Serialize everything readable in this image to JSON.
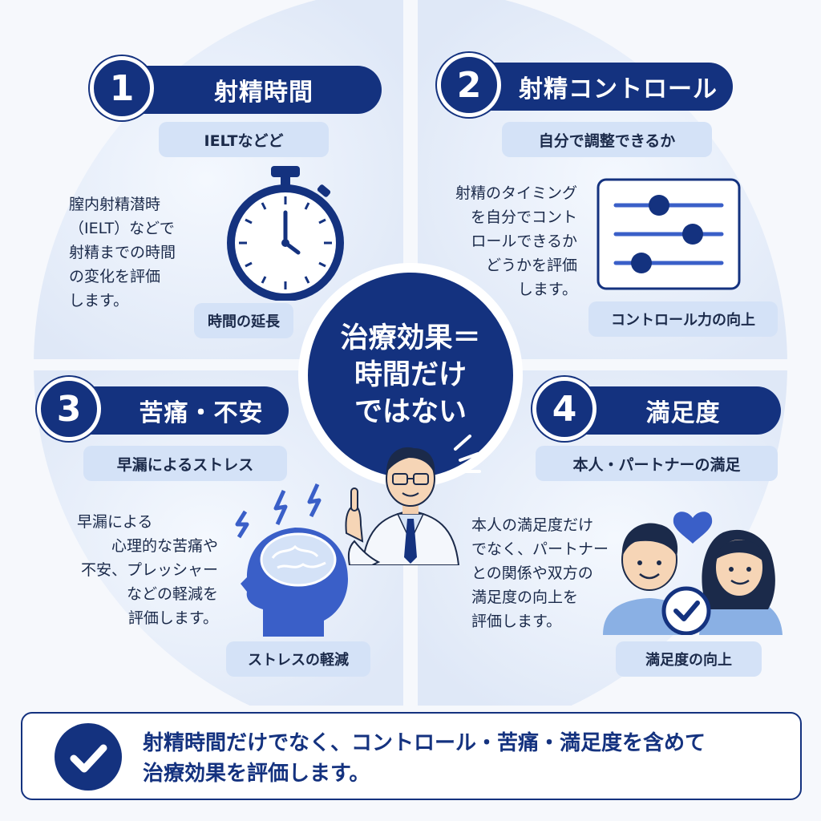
{
  "center": {
    "line1": "治療効果＝",
    "line2": "時間だけ",
    "line3": "ではない"
  },
  "quadrants": [
    {
      "number": "1",
      "title": "射精時間",
      "subtitle": "IELTなどど",
      "description": [
        "膣内射精潜時",
        "（IELT）などで",
        "射精までの時間",
        "の変化を評価",
        "します。"
      ],
      "tag": "時間の延長",
      "icon": "stopwatch-icon"
    },
    {
      "number": "2",
      "title": "射精コントロール",
      "subtitle": "自分で調整できるか",
      "description": [
        "射精のタイミング",
        "を自分でコント",
        "ロールできるか",
        "どうかを評価",
        "します。"
      ],
      "tag": "コントロール力の向上",
      "icon": "sliders-icon"
    },
    {
      "number": "3",
      "title": "苦痛・不安",
      "subtitle": "早漏によるストレス",
      "description": [
        "早漏による",
        "心理的な苦痛や",
        "不安、プレッシャー",
        "などの軽減を",
        "評価します。"
      ],
      "tag": "ストレスの軽減",
      "icon": "stressed-head-icon"
    },
    {
      "number": "4",
      "title": "満足度",
      "subtitle": "本人・パートナーの満足",
      "description": [
        "本人の満足度だけ",
        "でなく、パートナー",
        "との関係や双方の",
        "満足度の向上を",
        "評価します。"
      ],
      "tag": "満足度の向上",
      "icon": "couple-icon"
    }
  ],
  "summary": {
    "line1": "射精時間だけでなく、コントロール・苦痛・満足度を含めて",
    "line2": "治療効果を評価します。"
  },
  "colors": {
    "navy": "#14327f",
    "accent_blue": "#3a5fc8",
    "light_panel": "#e4ecf9",
    "pill_bg": "#d4e2f7"
  }
}
